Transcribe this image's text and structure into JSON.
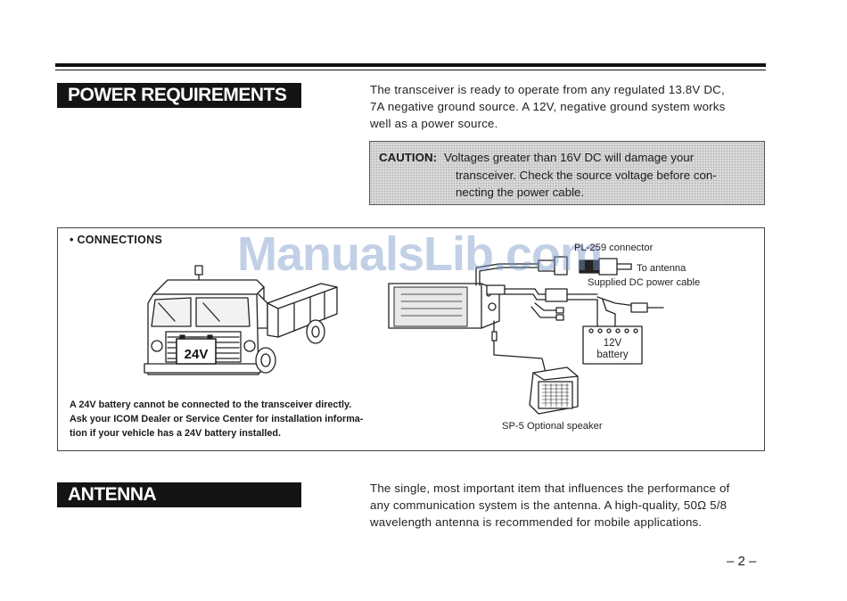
{
  "power": {
    "heading": "POWER REQUIREMENTS",
    "paragraph": [
      "The transceiver is ready to operate from any regulated 13.8V DC,",
      "7A negative ground source.  A 12V, negative ground system works",
      "well as a power source."
    ],
    "caution": {
      "label": "CAUTION:",
      "lines": [
        "Voltages greater than 16V DC will damage your",
        "transceiver.  Check the source voltage before con-",
        "necting the power cable."
      ]
    }
  },
  "connections": {
    "heading": "• CONNECTIONS",
    "truck_battery_label": "24V",
    "warning": [
      "A 24V battery cannot be connected to the transceiver directly.",
      "Ask your ICOM Dealer or Service Center for installation informa-",
      "tion if your vehicle has a 24V battery installed."
    ],
    "labels": {
      "connector": "PL-259 connector",
      "antenna": "To antenna",
      "power_cable": "Supplied DC power cable",
      "battery_voltage": "12V",
      "battery_word": "battery",
      "speaker": "SP-5 Optional speaker"
    }
  },
  "antenna": {
    "heading": "ANTENNA",
    "paragraph": [
      "The single, most important item that influences the performance of",
      "any communication system is the antenna.  A high-quality, 50Ω 5/8",
      "wavelength antenna is recommended for mobile applications."
    ]
  },
  "watermark": "ManualsLib.com",
  "page_number": "– 2 –"
}
